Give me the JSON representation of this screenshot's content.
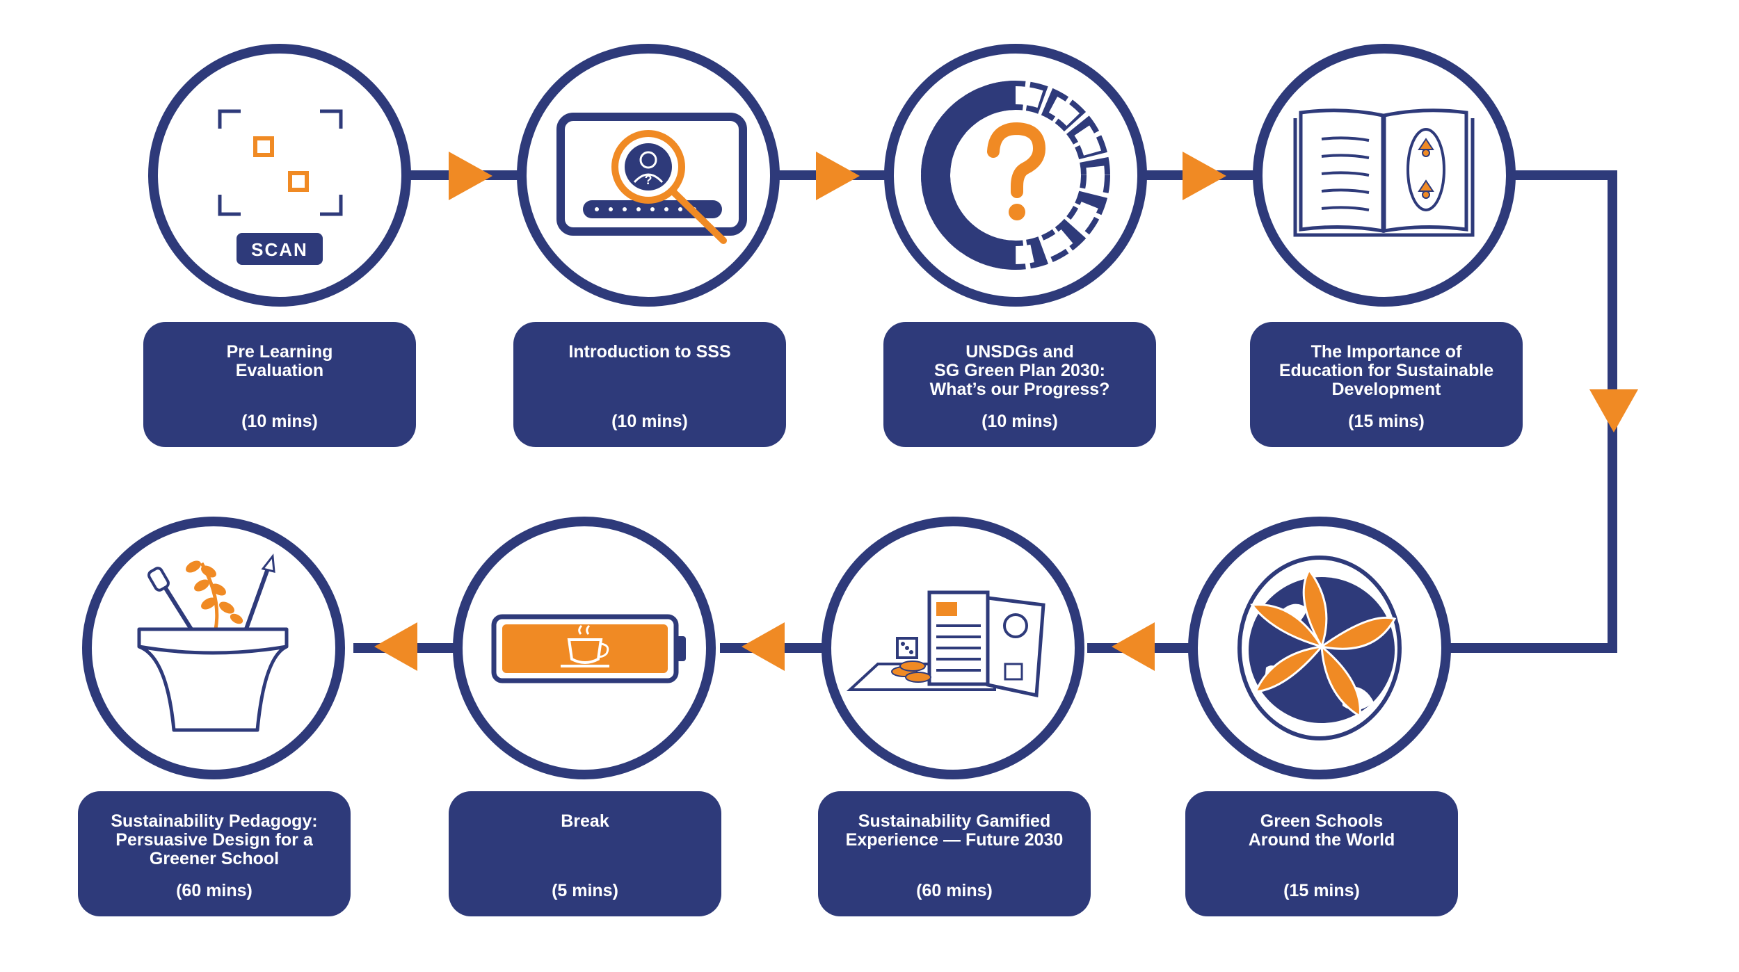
{
  "colors": {
    "navy": "#2e3a7a",
    "orange": "#f08a24",
    "white": "#ffffff"
  },
  "flow_direction": "left-to-right top row, down on the right, right-to-left bottom row",
  "steps": [
    {
      "title": "Pre Learning\nEvaluation",
      "duration": "(10 mins)",
      "icon": "scan-icon"
    },
    {
      "title": "Introduction to SSS",
      "duration": "(10 mins)",
      "icon": "search-screen-icon"
    },
    {
      "title": "UNSDGs and\nSG Green Plan 2030:\nWhat’s our Progress?",
      "duration": "(10 mins)",
      "icon": "question-progress-icon"
    },
    {
      "title": "The Importance of\nEducation for Sustainable\nDevelopment",
      "duration": "(15 mins)",
      "icon": "open-book-icon"
    },
    {
      "title": "Green Schools\nAround the World",
      "duration": "(15 mins)",
      "icon": "globe-leaf-icon"
    },
    {
      "title": "Sustainability Gamified\nExperience — Future 2030",
      "duration": "(60 mins)",
      "icon": "board-game-icon"
    },
    {
      "title": "Break",
      "duration": "(5 mins)",
      "icon": "coffee-battery-icon"
    },
    {
      "title": "Sustainability Pedagogy:\nPersuasive Design for a\nGreener School",
      "duration": "(60 mins)",
      "icon": "plant-pot-icon"
    }
  ],
  "scan_label": "SCAN"
}
